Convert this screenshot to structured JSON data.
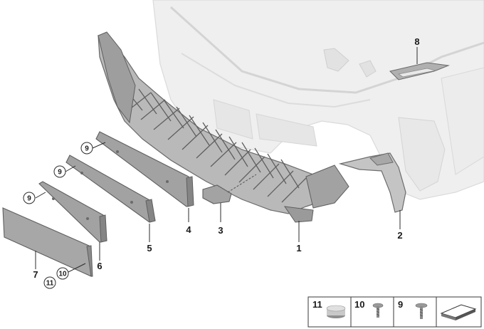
{
  "callouts": {
    "c1": "1",
    "c2": "2",
    "c3": "3",
    "c4": "4",
    "c5": "5",
    "c6": "6",
    "c7": "7",
    "c8": "8",
    "c9a": "9",
    "c9b": "9",
    "c9c": "9",
    "c10": "10",
    "c11": "11"
  },
  "legend": {
    "item11": "11",
    "item10": "10",
    "item9": "9"
  },
  "colors": {
    "bumper": "#eeeeee",
    "bumper_edge": "#d9d9d9",
    "part_gray": "#a9a9a9",
    "part_dark": "#7c7c7c",
    "line": "#2b2b2b"
  }
}
